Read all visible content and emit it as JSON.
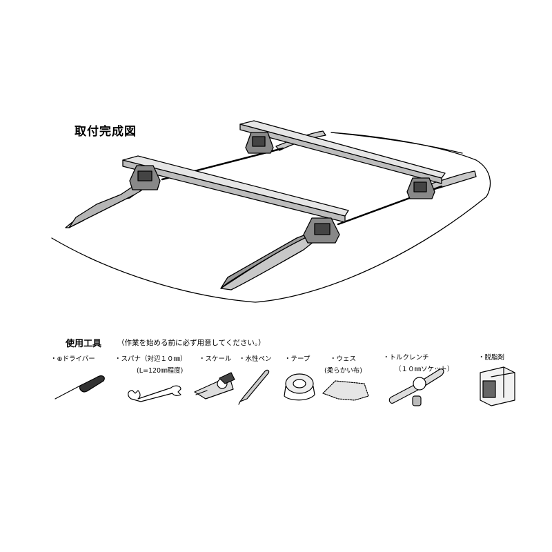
{
  "title": "取付完成図",
  "tools": {
    "heading": "使用工具",
    "note": "（作業を始める前に必ず用意してください。）",
    "items": [
      {
        "label": "・⊕ドライバー",
        "sub": "",
        "icon": "screwdriver-icon"
      },
      {
        "label": "・スパナ（対辺１０㎜）",
        "sub": "(L=120㎜程度)",
        "icon": "spanner-icon"
      },
      {
        "label": "・スケール",
        "sub": "",
        "icon": "tape-measure-icon"
      },
      {
        "label": "・水性ペン",
        "sub": "",
        "icon": "pen-icon"
      },
      {
        "label": "・テープ",
        "sub": "",
        "icon": "tape-roll-icon"
      },
      {
        "label": "・ウェス",
        "sub": "(柔らかい布)",
        "icon": "cloth-icon"
      },
      {
        "label": "・トルクレンチ",
        "sub": "（１０㎜ソケット）",
        "icon": "torque-wrench-icon"
      },
      {
        "label": "・脱脂剤",
        "sub": "",
        "icon": "degreaser-can-icon"
      }
    ]
  }
}
